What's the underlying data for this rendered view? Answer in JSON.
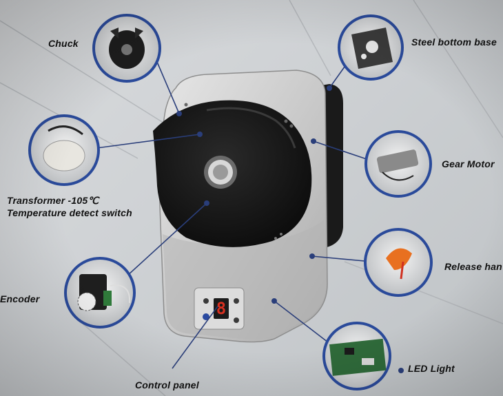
{
  "labels": {
    "chuck": "Chuck",
    "steel_bottom_base": "Steel bottom base",
    "gear_motor": "Gear Motor",
    "transformer_line1": "Transformer -105℃",
    "transformer_line2": "Temperature detect switch",
    "release_handle": "Release han",
    "encoder": "Encoder",
    "led_light": "LED Light",
    "control_panel": "Control panel"
  },
  "display": {
    "digit": "8"
  },
  "colors": {
    "callout_ring": "#2a4a9a",
    "leader_line": "#2a3e7a",
    "housing": "#c9c9c9",
    "drum": "#151515",
    "led_digit": "#d83020"
  }
}
